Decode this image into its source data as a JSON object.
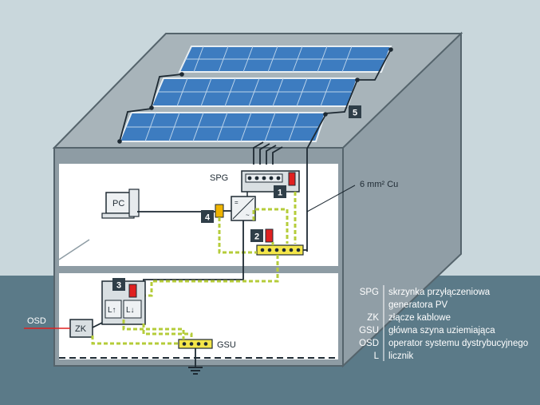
{
  "labels": {
    "spg": "SPG",
    "pc": "PC",
    "cable": "6 mm² Cu",
    "zk": "ZK",
    "gsu": "GSU",
    "osd": "OSD",
    "meter_in": "L↑",
    "meter_out": "L↓"
  },
  "markers": [
    "1",
    "2",
    "3",
    "4",
    "5"
  ],
  "legend": [
    {
      "abbr": "SPG",
      "text": "skrzynka przyłączeniowa"
    },
    {
      "abbr": "",
      "text": "generatora PV"
    },
    {
      "abbr": "ZK",
      "text": "złącze kablowe"
    },
    {
      "abbr": "GSU",
      "text": "główna szyna uziemiająca"
    },
    {
      "abbr": "OSD",
      "text": "operator systemu dystrybucyjnego"
    },
    {
      "abbr": "L",
      "text": "licznik"
    }
  ],
  "colors": {
    "sky": "#c9d7dc",
    "ground": "#5b7a88",
    "wall": "#8e9ca4",
    "panel": "#3d7cc0",
    "ground_wire": "#b5cc3a",
    "marker": "#2f3e48",
    "fuse": "#e02020",
    "inverter_fuse": "#f0b400"
  }
}
